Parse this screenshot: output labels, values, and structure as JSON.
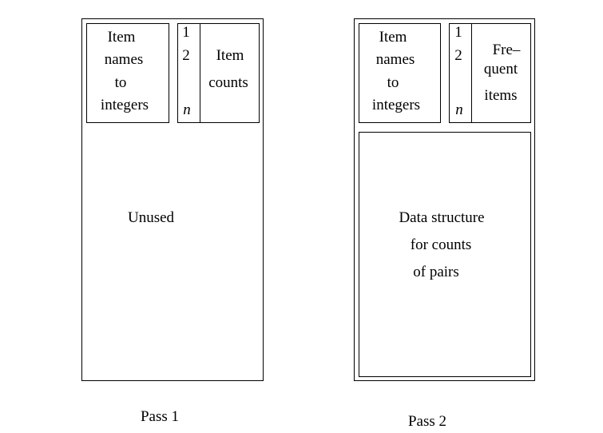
{
  "pass1": {
    "label": "Pass 1",
    "mapping": [
      "Item",
      "names",
      "to",
      "integers"
    ],
    "index": {
      "first": "1",
      "second": "2",
      "last": "n"
    },
    "counts": [
      "Item",
      "counts"
    ],
    "unused": "Unused"
  },
  "pass2": {
    "label": "Pass 2",
    "mapping": [
      "Item",
      "names",
      "to",
      "integers"
    ],
    "index": {
      "first": "1",
      "second": "2",
      "last": "n"
    },
    "frequent": [
      "Fre–",
      "quent",
      "items"
    ],
    "pairs": [
      "Data structure",
      "for counts",
      "of pairs"
    ]
  }
}
